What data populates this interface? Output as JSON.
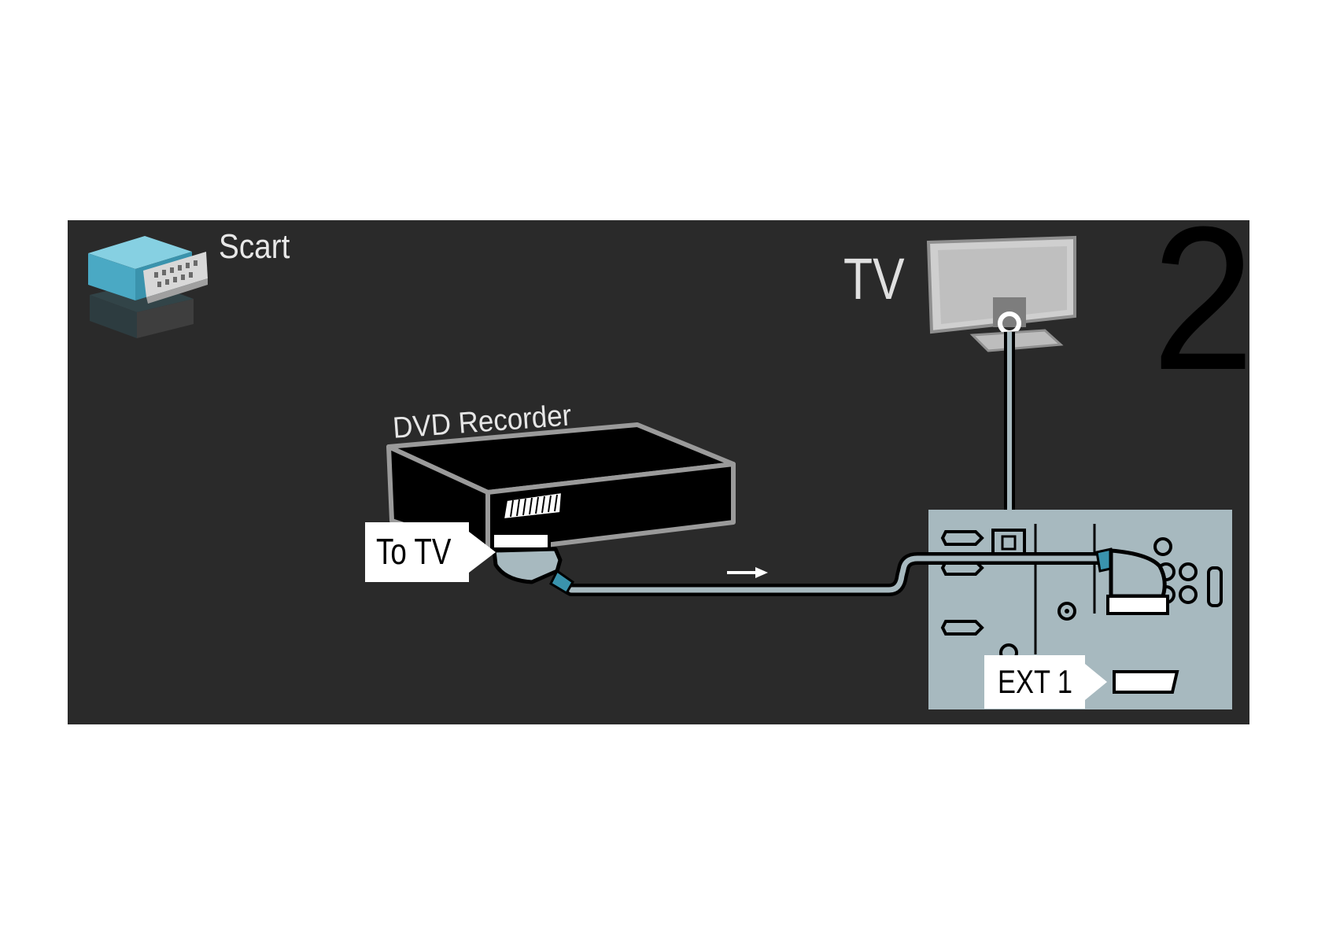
{
  "diagram": {
    "connector_label": "Scart",
    "tv_label": "TV",
    "device_label": "DVD Recorder",
    "device_port_label": "To TV",
    "tv_port_label": "EXT 1",
    "step_number": "2",
    "colors": {
      "background": "#2a2a2a",
      "tv_panel": "#a7b9bf",
      "cable": "#a7b9bf",
      "scart_connector": "#5ab8d0",
      "device_body": "#000000",
      "device_outline": "#9a9a9a"
    }
  },
  "icons": {
    "connector_icon": "scart-connector-icon",
    "tv_icon": "tv-back-icon",
    "device_icon": "dvd-recorder-icon",
    "direction_icon": "arrow-right-icon"
  }
}
